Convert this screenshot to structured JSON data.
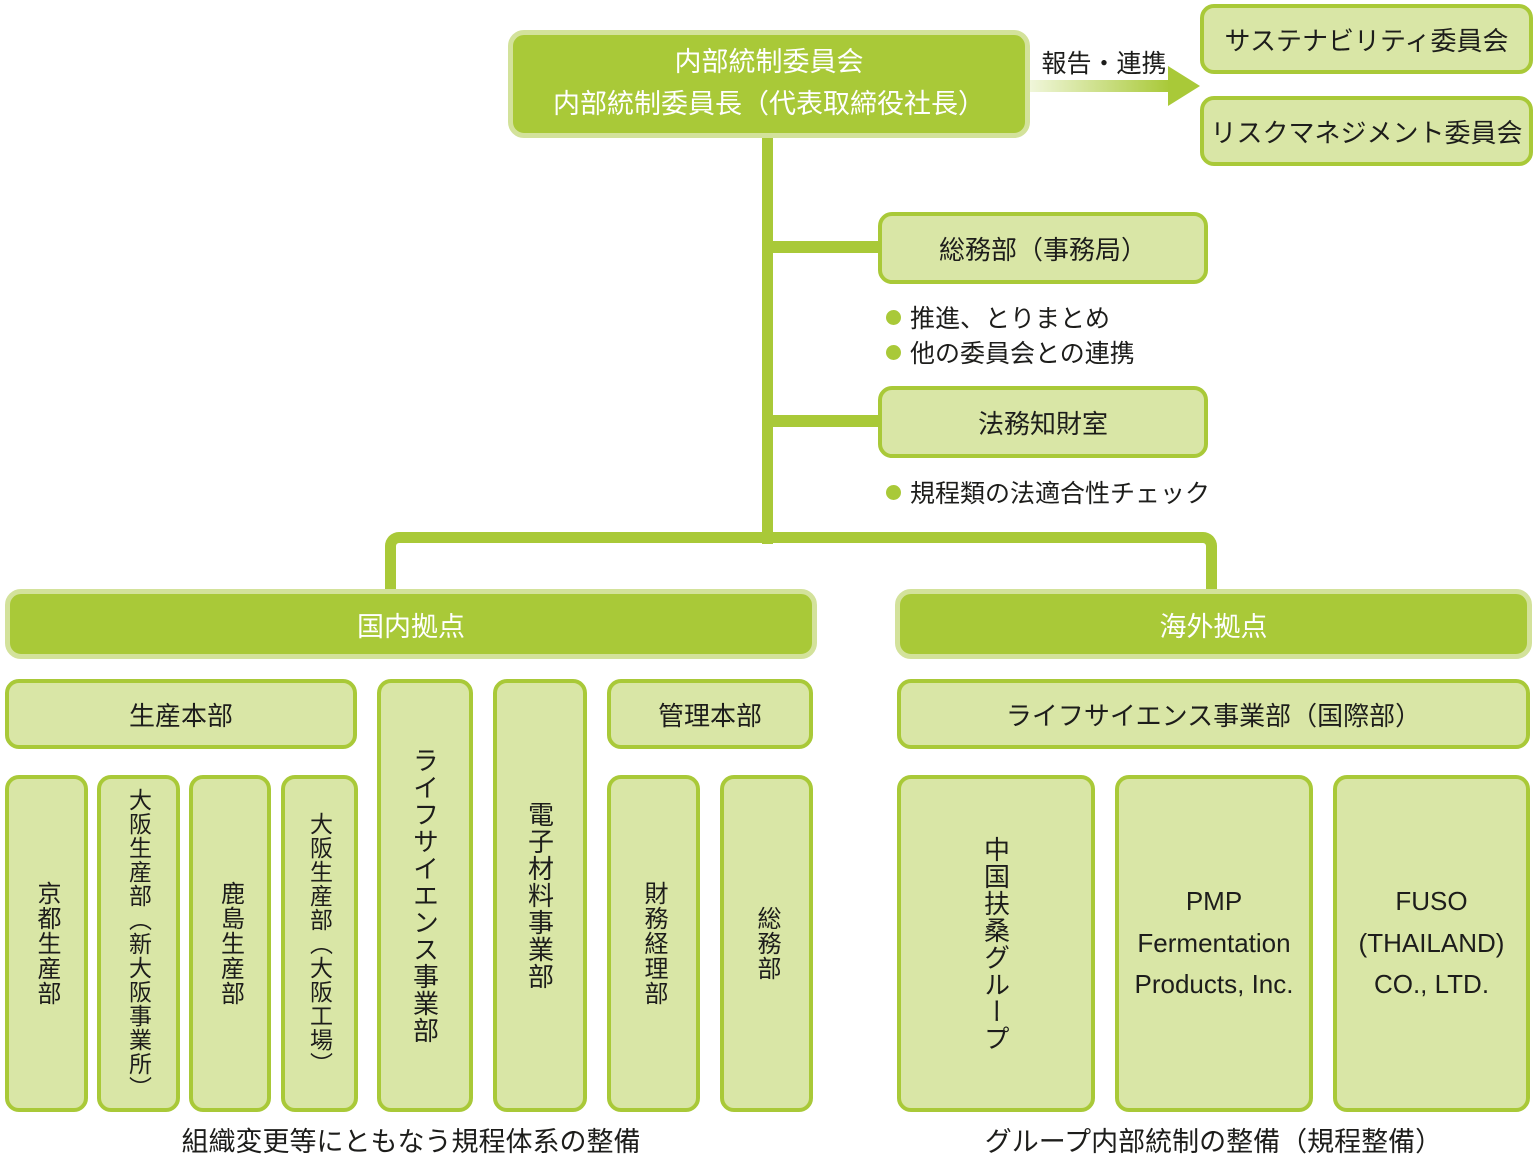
{
  "palette": {
    "accent_green": "#a9c938",
    "light_green_fill": "#d9e6a6",
    "pale_border": "#d3e29b",
    "text_dark": "#1d1d1b",
    "text_white": "#ffffff"
  },
  "top_committee": {
    "line1": "内部統制委員会",
    "line2": "内部統制委員長（代表取締役社長）"
  },
  "report_arrow": {
    "label": "報告・連携"
  },
  "committees": {
    "sustainability": "サステナビリティ委員会",
    "risk_management": "リスクマネジメント委員会"
  },
  "secretariat": {
    "title": "総務部（事務局）",
    "notes": [
      "推進、とりまとめ",
      "他の委員会との連携"
    ]
  },
  "legal_office": {
    "title": "法務知財室",
    "notes": [
      "規程類の法適合性チェック"
    ]
  },
  "domestic": {
    "header": "国内拠点",
    "production_hq": "生産本部",
    "production_depts": [
      "京都生産部",
      "大阪生産部（新大阪事業所）",
      "鹿島生産部",
      "大阪生産部（大阪工場）"
    ],
    "life_science_division": "ライフサイエンス事業部",
    "electronic_materials_division": "電子材料事業部",
    "admin_hq": "管理本部",
    "admin_depts": [
      "財務経理部",
      "総務部"
    ],
    "caption": "組織変更等にともなう規程体系の整備"
  },
  "overseas": {
    "header": "海外拠点",
    "division": "ライフサイエンス事業部（国際部）",
    "companies": [
      "中国扶桑グループ",
      "PMP\nFermentation\nProducts, Inc.",
      "FUSO\n(THAILAND)\nCO., LTD."
    ],
    "caption": "グループ内部統制の整備（規程整備）"
  }
}
